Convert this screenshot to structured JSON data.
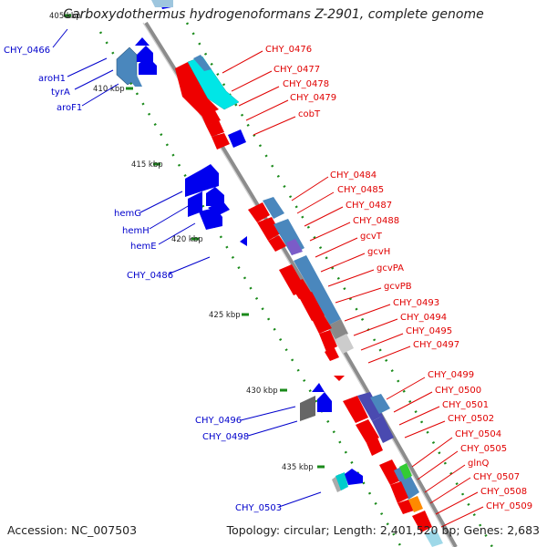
{
  "title": "Carboxydothermus hydrogenoformans Z-2901, complete genome",
  "accession_text": "Accession: NC_007503",
  "summary_text": "Topology: circular; Length: 2,401,520 bp; Genes: 2,683",
  "colors": {
    "forward_label": "#e00000",
    "reverse_label": "#0000cc",
    "backbone": "#8c8c8c",
    "tick": "#1a8a1a",
    "cds_red": "#ee0000",
    "cds_blue": "#0000ee",
    "steelblue": "#4a87bd",
    "cyan": "#00e6e6",
    "purple": "#6a50b0",
    "gray": "#9a9a9a"
  },
  "scale_labels": [
    "405 kbp",
    "410 kbp",
    "415 kbp",
    "420 kbp",
    "425 kbp",
    "430 kbp",
    "435 kbp"
  ],
  "reverse_labels": [
    "CHY_0466",
    "aroH1",
    "tyrA",
    "aroF1",
    "hemG",
    "hemH",
    "hemE",
    "CHY_0486",
    "CHY_0496",
    "CHY_0498",
    "CHY_0503"
  ],
  "forward_labels": [
    "CHY_0476",
    "CHY_0477",
    "CHY_0478",
    "CHY_0479",
    "cobT",
    "CHY_0484",
    "CHY_0485",
    "CHY_0487",
    "CHY_0488",
    "gcvT",
    "gcvH",
    "gcvPA",
    "gcvPB",
    "CHY_0493",
    "CHY_0494",
    "CHY_0495",
    "CHY_0497",
    "CHY_0499",
    "CHY_0500",
    "CHY_0501",
    "CHY_0502",
    "CHY_0504",
    "CHY_0505",
    "glnQ",
    "CHY_0507",
    "CHY_0508",
    "CHY_0509"
  ]
}
